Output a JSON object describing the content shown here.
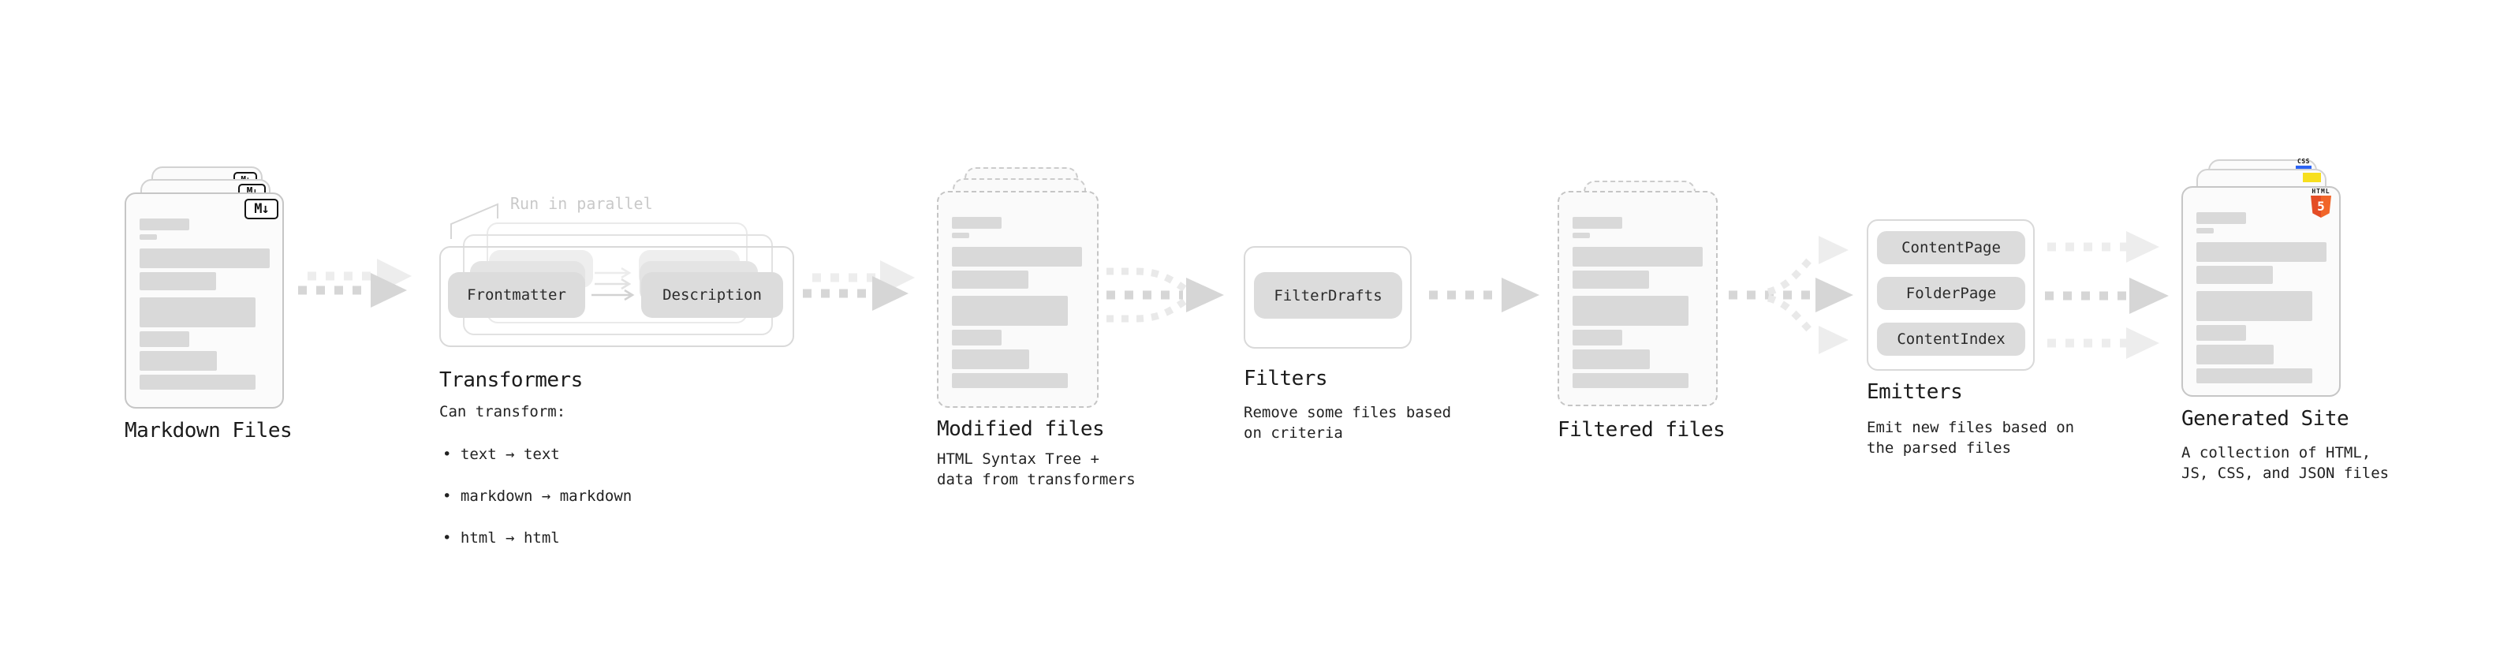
{
  "colors": {
    "html5_orange": "#e44d26",
    "html5_orange_light": "#f16529",
    "js_yellow": "#f7df1e",
    "css_blue": "#2b62f3"
  },
  "stages": {
    "markdown_files": {
      "label": "Markdown Files",
      "badge": "M↓"
    },
    "transformers": {
      "title": "Transformers",
      "annotation": "Run in parallel",
      "pill_left": "Frontmatter",
      "pill_right": "Description",
      "caption_intro": "Can transform:",
      "bullets": [
        "• text → text",
        "• markdown → markdown",
        "• html → html"
      ]
    },
    "modified_files": {
      "label": "Modified files",
      "caption": "HTML Syntax Tree +\ndata from transformers"
    },
    "filters": {
      "title": "Filters",
      "pill": "FilterDrafts",
      "caption": "Remove some files based\non criteria"
    },
    "filtered_files": {
      "label": "Filtered files"
    },
    "emitters": {
      "title": "Emitters",
      "pills": [
        "ContentPage",
        "FolderPage",
        "ContentIndex"
      ],
      "caption": "Emit new files based on\nthe parsed files"
    },
    "generated_site": {
      "label": "Generated Site",
      "caption": "A collection of HTML,\nJS, CSS, and JSON files",
      "html5_word": "HTML",
      "html5_number": "5",
      "css_label": "CSS"
    }
  }
}
